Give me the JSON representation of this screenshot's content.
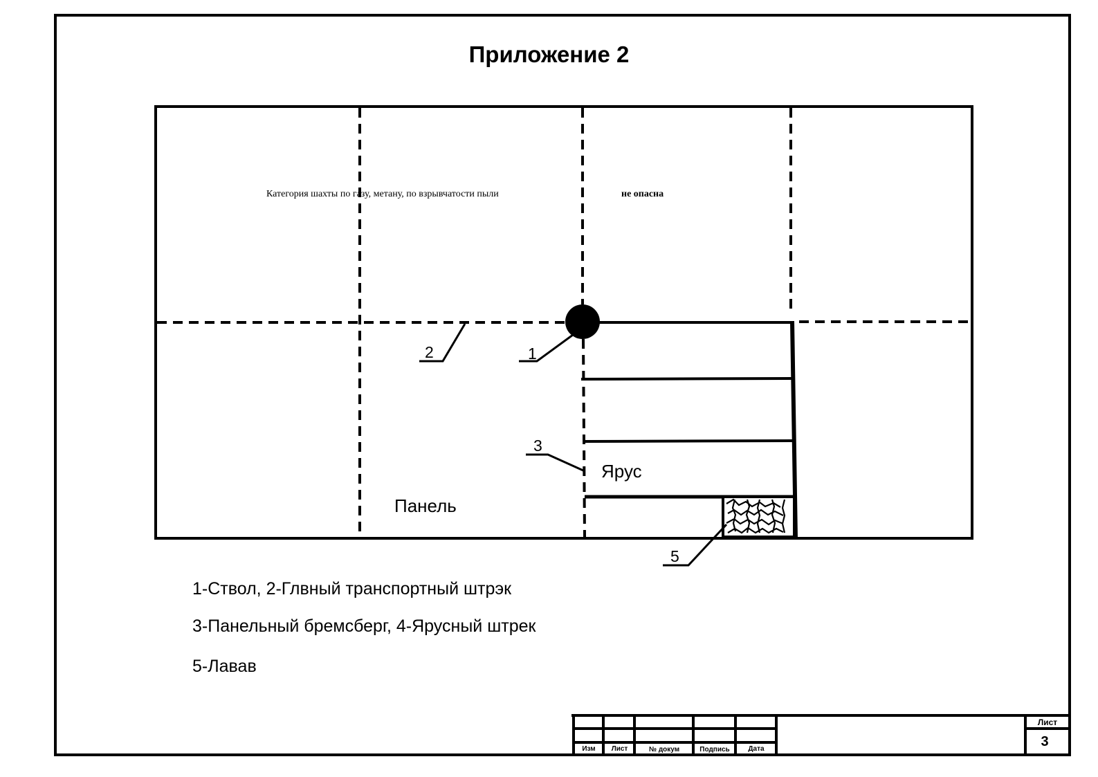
{
  "page": {
    "title": "Приложение 2"
  },
  "diagram": {
    "category_text_left": "Категория шахты по газу, метану, по взрывчатости пыли",
    "category_text_right": "не опасна",
    "callouts": [
      "1",
      "2",
      "3",
      "5"
    ],
    "area_labels": {
      "tier": "Ярус",
      "panel": "Панель"
    }
  },
  "legend": {
    "lines": [
      "1-Ствол, 2-Глвный транспортный штрэк",
      "3-Панельный бремсберг, 4-Ярусный штрек",
      "5-Лавав"
    ]
  },
  "stamp": {
    "columns": [
      "Изм",
      "Лист",
      "№ докум",
      "Подпись",
      "Дата"
    ],
    "sheet_label": "Лист",
    "sheet_number": "3"
  }
}
